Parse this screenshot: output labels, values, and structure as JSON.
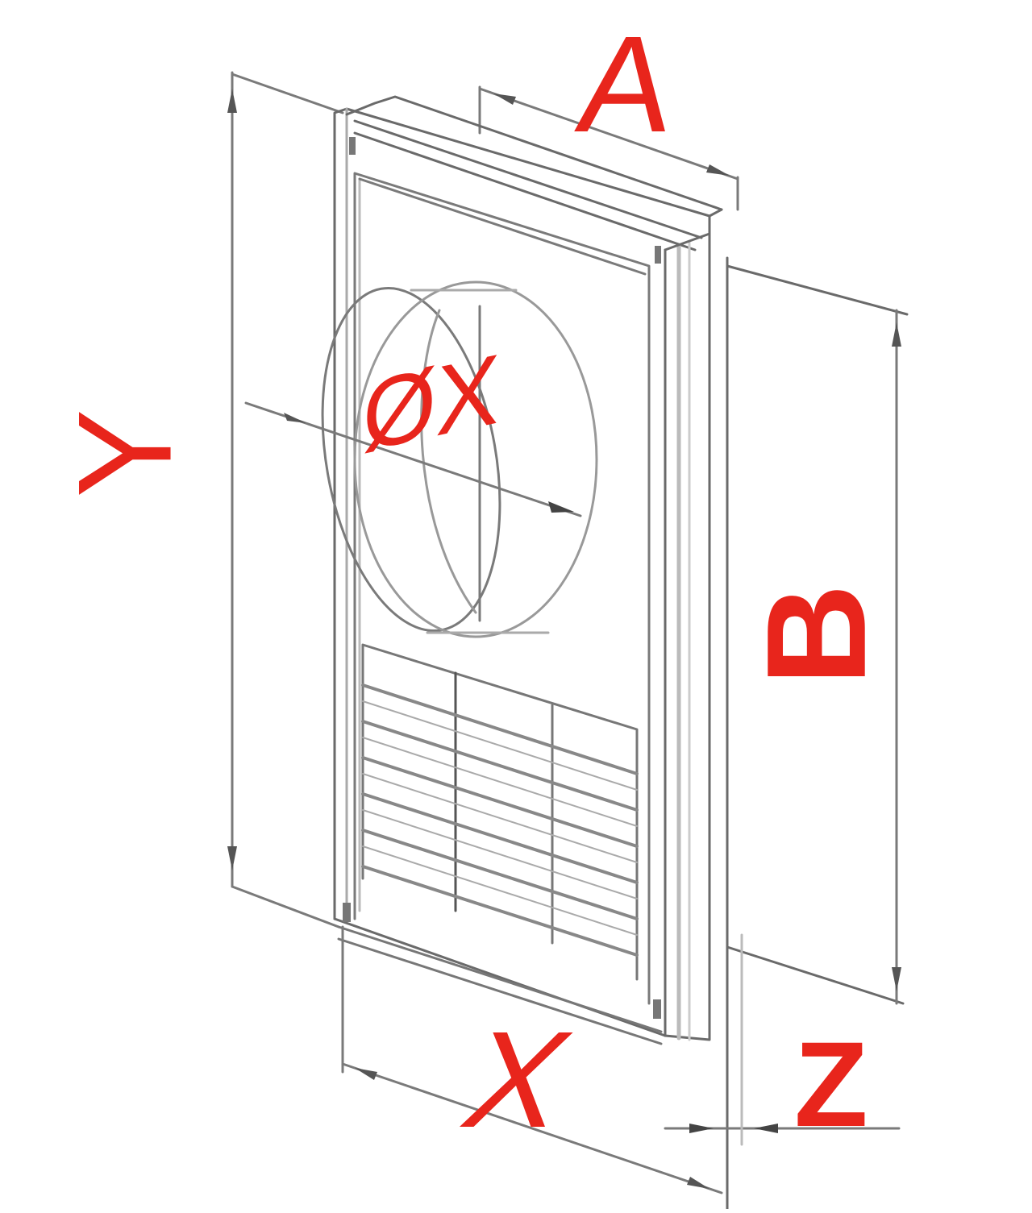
{
  "diagram": {
    "subject": "wall ventilation grille with round duct connector and louvered grille",
    "line_color": "#7a7a7a",
    "label_color": "#e8251c",
    "dimension_labels": {
      "A": "A",
      "B": "B",
      "X": "X",
      "Y": "Y",
      "Z": "Z",
      "diameter": "ØX"
    },
    "grille": {
      "louver_rows": 6,
      "louver_columns": 3
    }
  }
}
